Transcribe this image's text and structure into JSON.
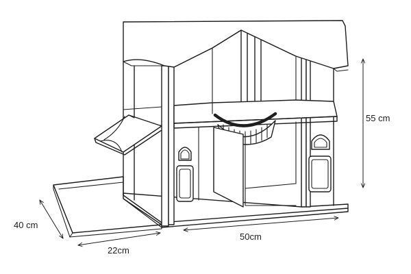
{
  "dimensions": {
    "height": "55 cm",
    "width": "50cm",
    "depth": "22cm",
    "yard_depth": "40 cm"
  }
}
